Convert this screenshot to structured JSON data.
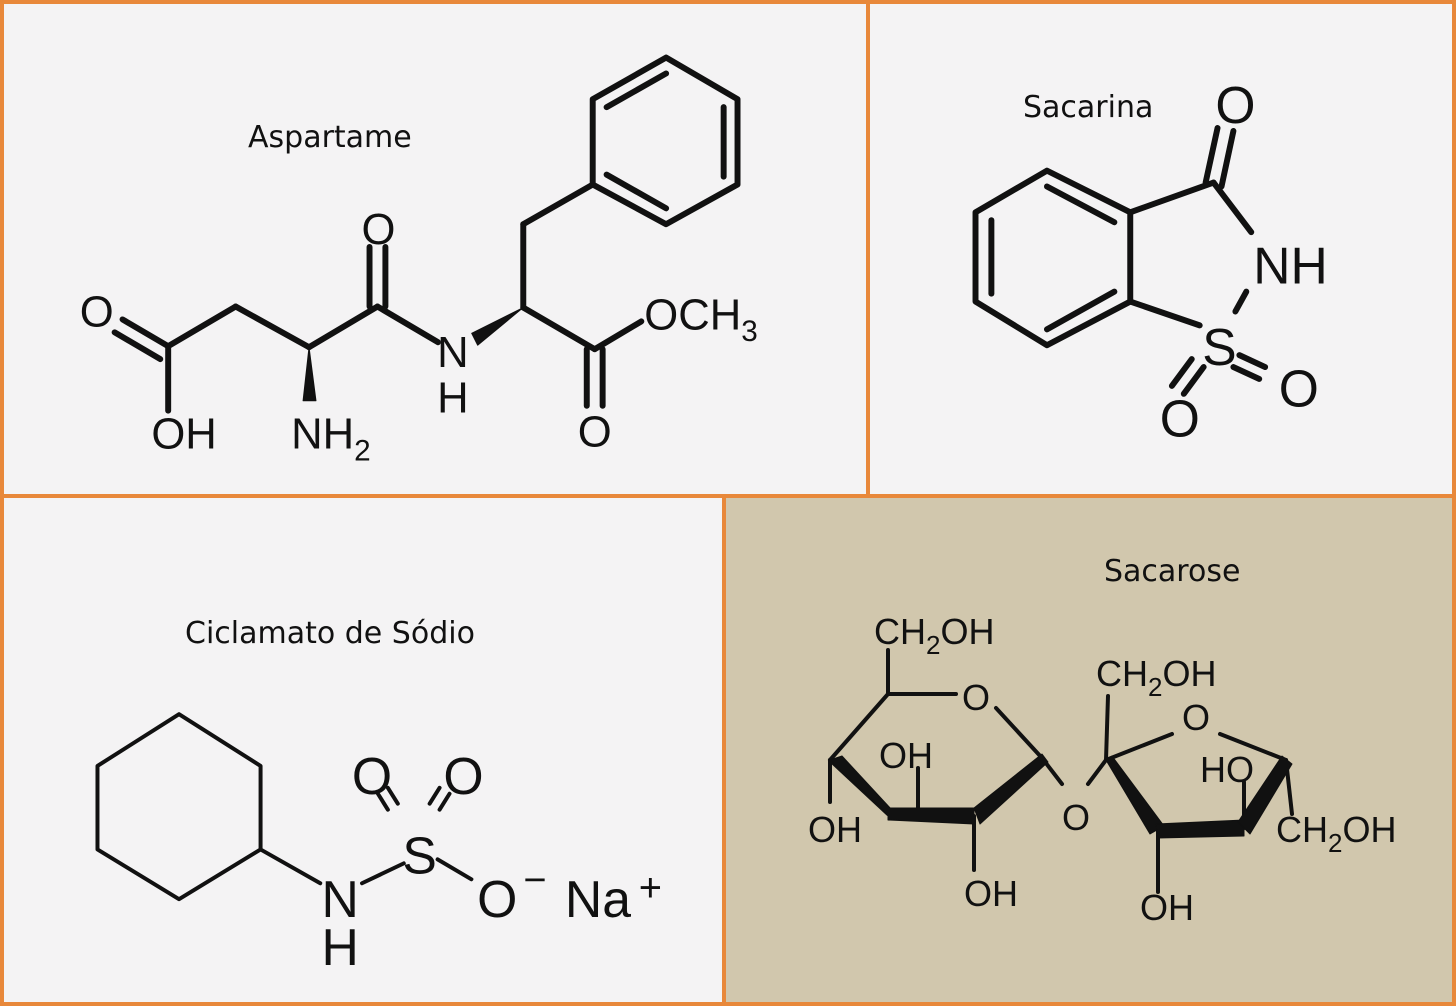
{
  "panels": {
    "aspartame": {
      "title": "Aspartame"
    },
    "saccharin": {
      "title": "Sacarina"
    },
    "cyclamate": {
      "title": "Ciclamato de Sódio"
    },
    "sucrose": {
      "title": "Sacarose"
    }
  },
  "atoms": {
    "asp_o_top": "O",
    "asp_o_left": "O",
    "asp_oh": "OH",
    "asp_nh2": "NH",
    "asp_nh2_sub": "2",
    "asp_n": "N",
    "asp_h": "H",
    "asp_och3": "OCH",
    "asp_och3_sub": "3",
    "asp_o_bottom": "O",
    "sac_o_top": "O",
    "sac_nh": "NH",
    "sac_s": "S",
    "sac_o_left": "O",
    "sac_o_right": "O",
    "cic_o1": "O",
    "cic_o2": "O",
    "cic_s": "S",
    "cic_n": "N",
    "cic_h": "H",
    "cic_o_minus": "O",
    "cic_minus": "−",
    "cic_na": "Na",
    "cic_plus": "+",
    "scr_ch2oh_left": "CH",
    "scr_ch2oh_left_sub": "2",
    "scr_ch2oh_left_end": "OH",
    "scr_ring_o_left": "O",
    "scr_oh_inner": "OH",
    "scr_oh_left": "OH",
    "scr_oh_bottom_left": "OH",
    "scr_o_bridge": "O",
    "scr_ch2oh_top": "CH",
    "scr_ch2oh_top_sub": "2",
    "scr_ch2oh_top_end": "OH",
    "scr_ring_o_right": "O",
    "scr_ho_right": "HO",
    "scr_ch2oh_right": "CH",
    "scr_ch2oh_right_sub": "2",
    "scr_ch2oh_right_end": "OH",
    "scr_oh_bottom_right": "OH"
  }
}
